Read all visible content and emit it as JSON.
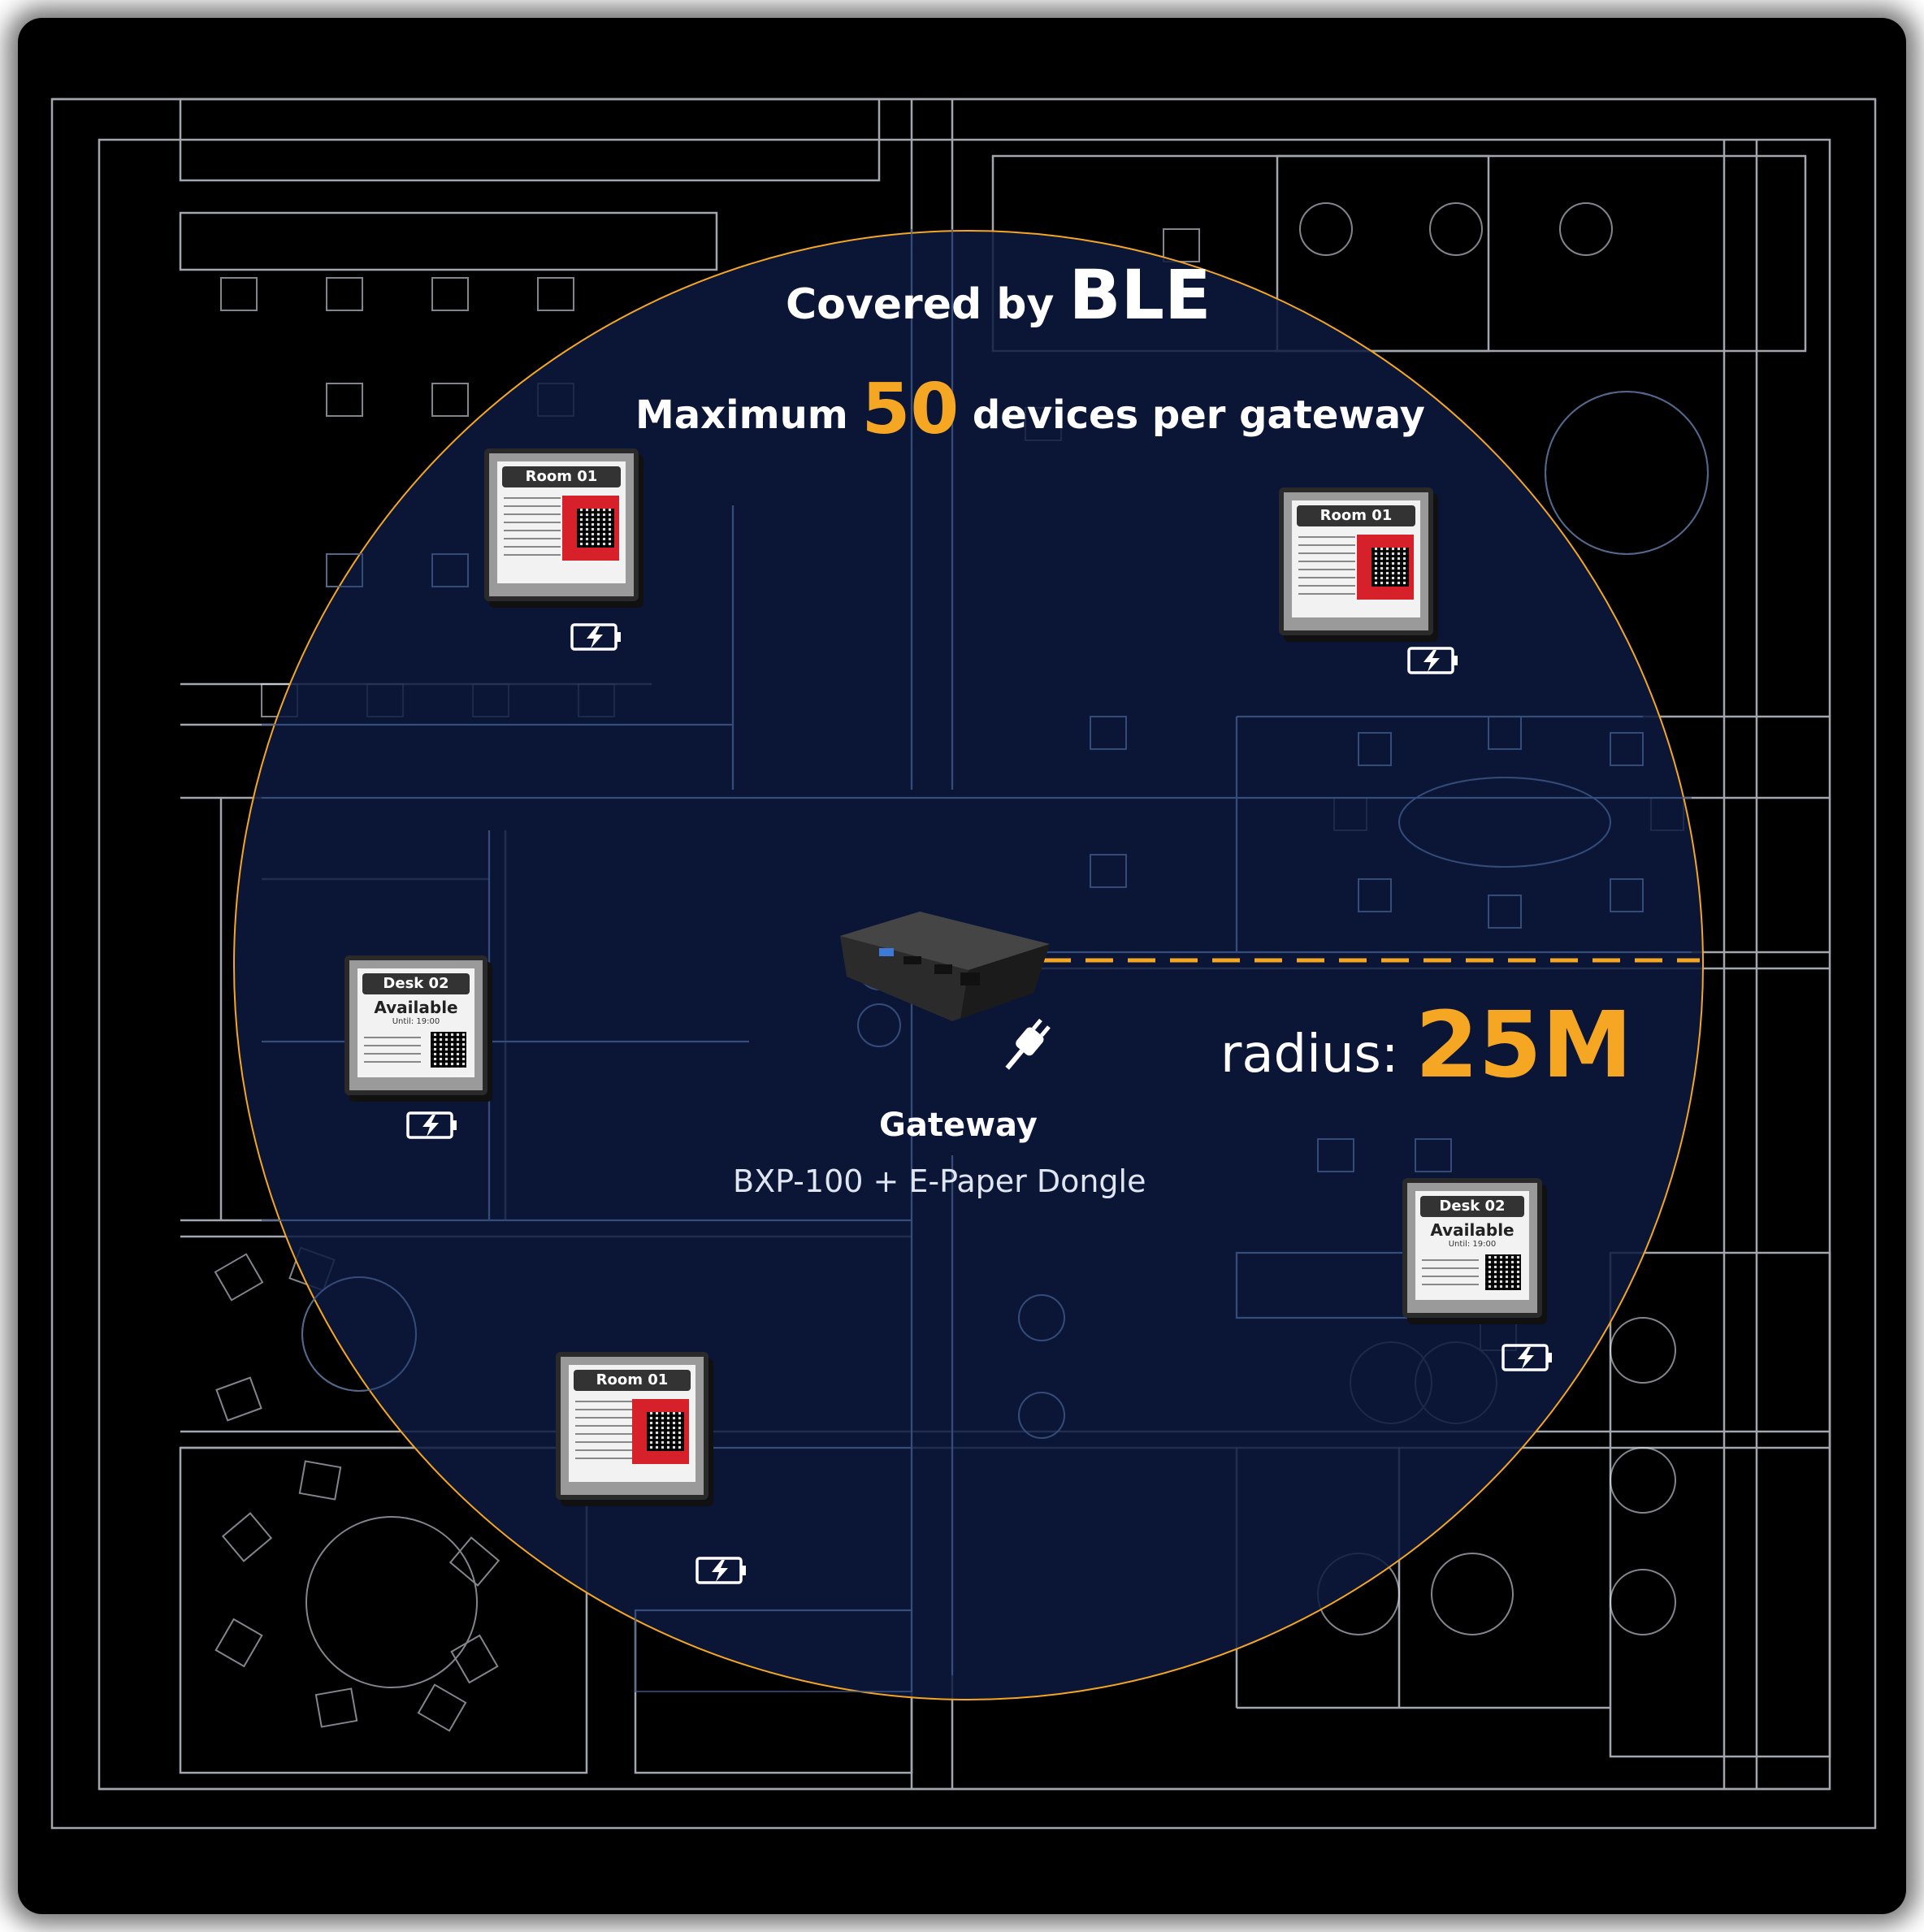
{
  "header": {
    "title_prefix": "Covered by",
    "title_emphasis": "BLE",
    "subtitle_prefix": "Maximum",
    "subtitle_number": "50",
    "subtitle_suffix": "devices per gateway"
  },
  "radius": {
    "label": "radius:",
    "value": "25M"
  },
  "gateway": {
    "title": "Gateway",
    "model": "BXP-100 + E-Paper Dongle"
  },
  "devices": {
    "room_label": "Room 01",
    "desk_label": "Desk 02",
    "desk_status": "Available",
    "desk_until": "Until: 19:00"
  },
  "colors": {
    "accent": "#f5a623",
    "coverage_fill": "#0d1a3f",
    "background": "#000000",
    "blueprint_lines": "#cfd6e4"
  },
  "icons": [
    "battery-charging-icon",
    "power-plug-icon",
    "gateway-device-icon"
  ]
}
